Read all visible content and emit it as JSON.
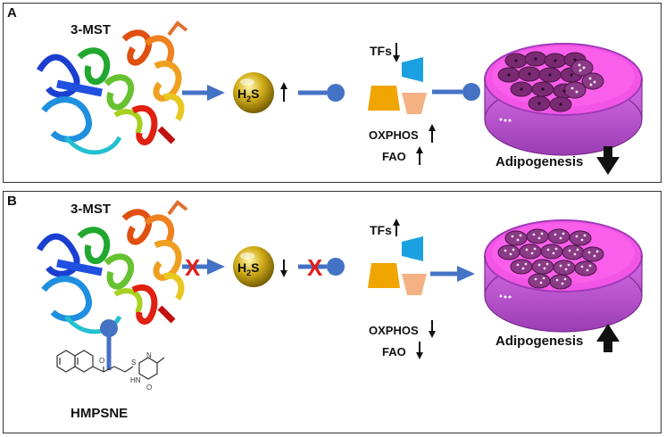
{
  "panel_a": {
    "letter": "A",
    "protein_label": "3-MST",
    "h2s_main": "H",
    "h2s_sub": "2",
    "h2s_tail": "S",
    "tfs_label": "TFs",
    "oxphos_label": "OXPHOS",
    "fao_label": "FAO",
    "outcome_label": "Adipogenesis",
    "h2s_direction": "up",
    "tfs_direction": "down",
    "oxphos_direction": "up",
    "fao_direction": "up",
    "outcome_direction": "down"
  },
  "panel_b": {
    "letter": "B",
    "protein_label": "3-MST",
    "inhibitor_label": "HMPSNE",
    "h2s_main": "H",
    "h2s_sub": "2",
    "h2s_tail": "S",
    "tfs_label": "TFs",
    "oxphos_label": "OXPHOS",
    "fao_label": "FAO",
    "outcome_label": "Adipogenesis",
    "block_mark": "X",
    "h2s_direction": "down",
    "tfs_direction": "up",
    "oxphos_direction": "down",
    "fao_direction": "down",
    "outcome_direction": "up",
    "molecule_atoms": [
      "O",
      "S",
      "N",
      "HN",
      "O"
    ]
  },
  "colors": {
    "arrow": "#4472c4",
    "block_x": "#e0201b",
    "h2s_sphere": "#c9a200",
    "tf_blue": "#1ba1e2",
    "tf_orange": "#f0a500",
    "tf_peach": "#f4b183",
    "dish_pink": "#ee44dd",
    "dish_rim": "#c25ad6",
    "cell_purple": "#7a2a72"
  }
}
